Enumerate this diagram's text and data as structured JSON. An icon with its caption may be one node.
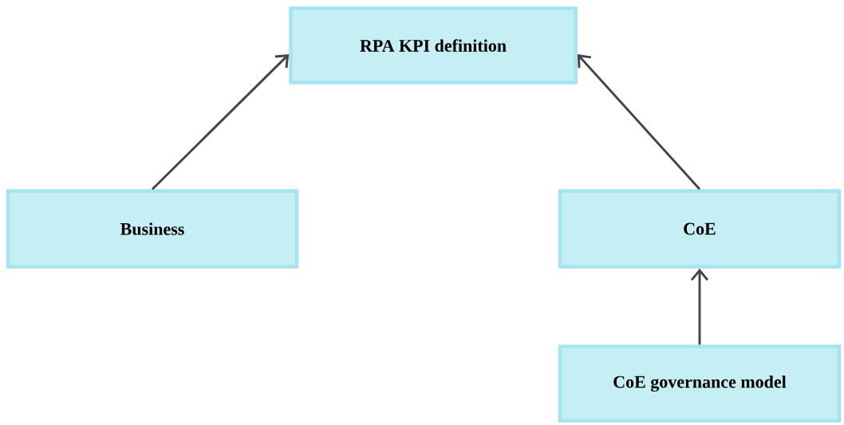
{
  "diagram": {
    "nodes": [
      {
        "text": [
          "RPA KPI definition"
        ]
      },
      {
        "text": [
          "Business"
        ]
      },
      {
        "text": [
          "CoE"
        ]
      },
      {
        "text": [
          "CoE governance model"
        ]
      }
    ],
    "edges": [
      {
        "from": 1,
        "to": 0,
        "arrow": "to"
      },
      {
        "from": 2,
        "to": 0,
        "arrow": "to"
      },
      {
        "from": 3,
        "to": 2,
        "arrow": "to"
      }
    ]
  }
}
